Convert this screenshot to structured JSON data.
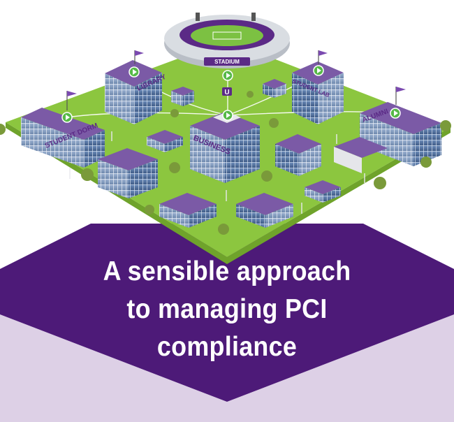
{
  "headline": {
    "line1": "A sensible approach",
    "line2": "to managing PCI",
    "line3": "compliance"
  },
  "buildings": {
    "stadium": "STADIUM",
    "library": "LIBRARY",
    "student_lab": "STUDENT LAB",
    "student_dorm": "STUDENT DORM",
    "business": "BUSINESS",
    "alumni": "ALUMNI",
    "hub_badge": "U"
  },
  "colors": {
    "lawn": "#8cc63f",
    "lawn_edge": "#6fa32b",
    "purple_dark": "#4d1a78",
    "purple_light": "#ddd0e6",
    "roof": "#7b5aa6",
    "glass": "#4f6f9e",
    "play_icon": "#56b947"
  },
  "icons": [
    "play-icon",
    "flag-icon",
    "tree-icon",
    "lamp-post-icon"
  ]
}
